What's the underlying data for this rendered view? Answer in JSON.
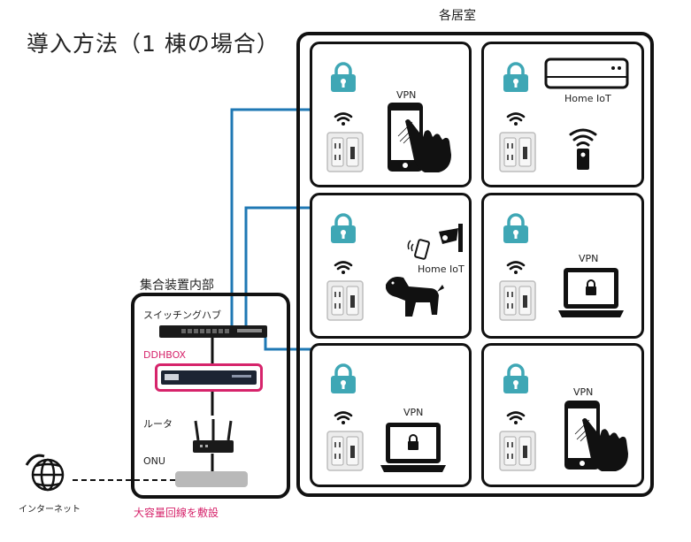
{
  "title": "導入方法（1 棟の場合）",
  "building_label": "各居室",
  "hub_label": "集合装置内部",
  "switch_label": "スイッチングハブ",
  "ddhbox_label": "DDHBOX",
  "router_label": "ルータ",
  "onu_label": "ONU",
  "internet_label": "インターネット",
  "note": "大容量回線を敷設",
  "rooms": [
    {
      "device_label": "VPN",
      "device": "smartphone-icon"
    },
    {
      "device_label": "Home IoT",
      "device": "air-conditioner-icon"
    },
    {
      "device_label": "Home IoT",
      "device": "security-camera-icon"
    },
    {
      "device_label": "VPN",
      "device": "laptop-icon"
    },
    {
      "device_label": "VPN",
      "device": "laptop-icon"
    },
    {
      "device_label": "VPN",
      "device": "smartphone-icon"
    }
  ],
  "colors": {
    "cable": "#1f78b4",
    "lock": "#3fa7b5",
    "accent": "#d6246b",
    "outline": "#111111"
  }
}
